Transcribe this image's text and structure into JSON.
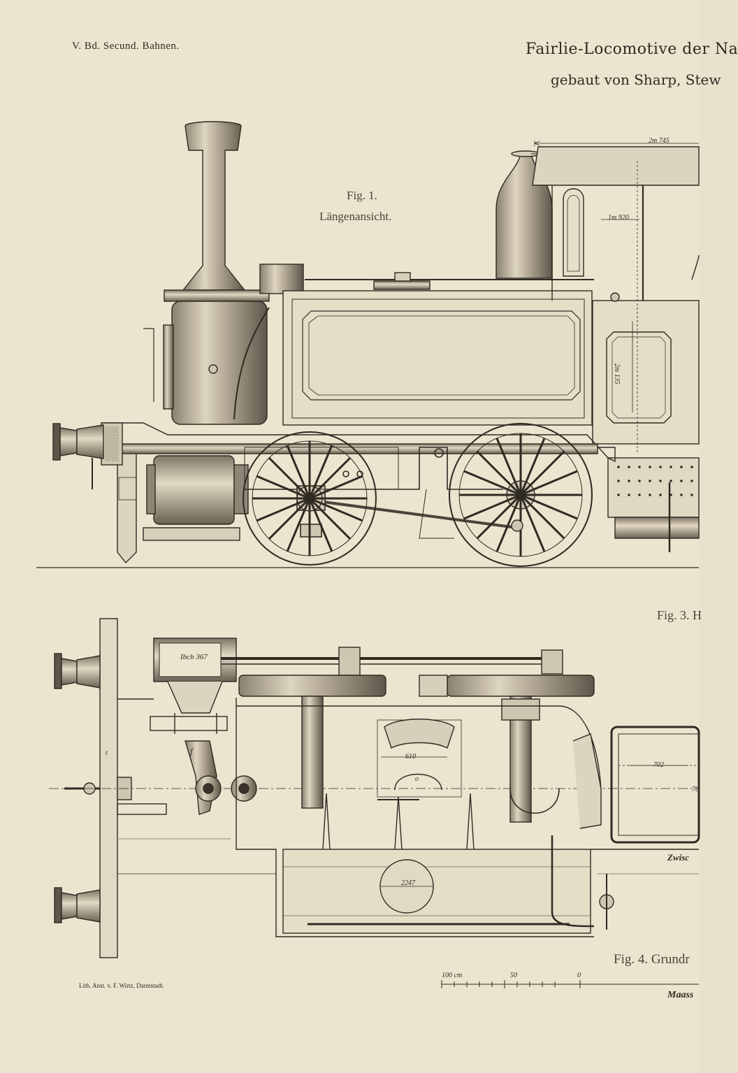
{
  "header": {
    "volume": "V. Bd. Secund. Bahnen.",
    "title_line1": "Fairlie-Locomotive der Na",
    "title_line2": "gebaut von Sharp, Stew"
  },
  "figures": {
    "fig1_label": "Fig. 1.",
    "fig1_caption": "Längenansicht.",
    "fig3_label": "Fig. 3. H",
    "fig4_label": "Fig. 4. Grundr"
  },
  "dimensions": {
    "cab_width": "2m 745",
    "cab_height": "1m 920",
    "side_height": "2m 135",
    "cyl": "Ibcb 367",
    "frame_span": "610",
    "firebox": "702",
    "firebox_side": "70",
    "boiler_dia": "2247",
    "letter_f": "f",
    "letter_t": "t",
    "letter_o": "o"
  },
  "scale": {
    "labels": [
      "100 cm",
      "50",
      "0"
    ],
    "caption": "Maass"
  },
  "notes": {
    "zwischen": "Zwisc"
  },
  "footer": {
    "lithographer": "Lith. Anst. v. F. Wirtz, Darmstadt."
  },
  "colors": {
    "paper": "#ece4cf",
    "ink": "#2f2a22"
  }
}
